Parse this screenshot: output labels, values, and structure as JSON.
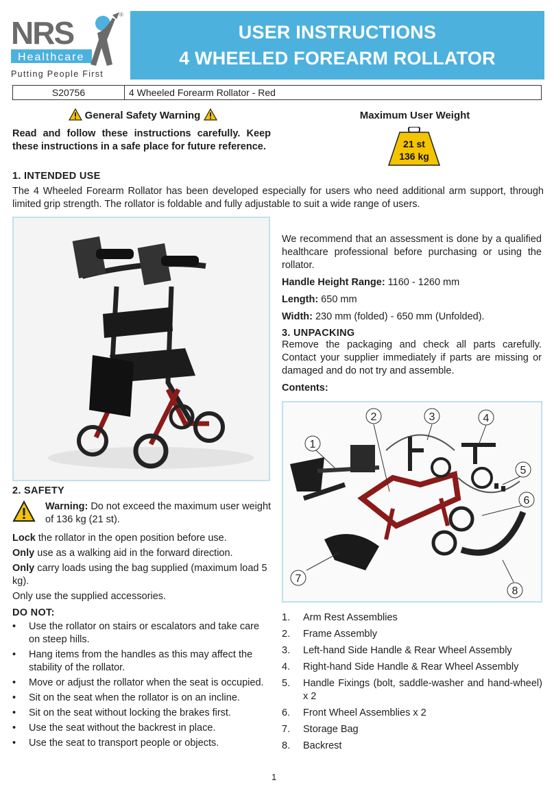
{
  "header": {
    "logo_main": "NRS",
    "logo_sub": "Healthcare",
    "tagline": "Putting People First",
    "registered": "®",
    "title_line1": "USER INSTRUCTIONS",
    "title_line2": "4 WHEELED FOREARM ROLLATOR",
    "brand_blue": "#4db1dd"
  },
  "product": {
    "code": "S20756",
    "name": "4 Wheeled Forearm Rollator - Red"
  },
  "safety_warning": {
    "title": "General Safety Warning",
    "text": "Read and follow these instructions carefully. Keep these instructions in a safe place for future reference."
  },
  "max_weight": {
    "title": "Maximum User Weight",
    "st": "21 st",
    "kg": "136 kg",
    "color": "#f5c400"
  },
  "intended_use": {
    "heading": "1.  INTENDED USE",
    "text": "The 4 Wheeled Forearm Rollator has been developed especially for users who need additional arm support, through limited grip strength. The rollator is foldable and fully adjustable to suit a wide range of users."
  },
  "assessment": "We recommend that an assessment is done by a qualified healthcare professional before purchasing or using the rollator.",
  "specs": [
    {
      "label": "Handle Height Range:",
      "value": " 1160 - 1260 mm"
    },
    {
      "label": "Length:",
      "value": " 650 mm"
    },
    {
      "label": "Width:",
      "value": " 230 mm (folded) - 650 mm (Unfolded)."
    }
  ],
  "unpacking": {
    "heading": "3.  UNPACKING",
    "text": "Remove the packaging and check all parts carefully. Contact your supplier immediately if parts are missing or damaged and do not try and assemble.",
    "contents_label": "Contents:"
  },
  "diagram_numbers": [
    "1",
    "2",
    "3",
    "4",
    "5",
    "6",
    "7",
    "8"
  ],
  "contents": [
    {
      "n": "1.",
      "t": "Arm Rest Assemblies"
    },
    {
      "n": "2.",
      "t": "Frame Assembly"
    },
    {
      "n": "3.",
      "t": "Left-hand Side Handle & Rear Wheel Assembly"
    },
    {
      "n": "4.",
      "t": "Right-hand Side Handle & Rear Wheel Assembly"
    },
    {
      "n": "5.",
      "t": "Handle Fixings (bolt, saddle-washer and hand-wheel) x 2"
    },
    {
      "n": "6.",
      "t": "Front Wheel Assemblies x 2"
    },
    {
      "n": "7.",
      "t": "Storage Bag"
    },
    {
      "n": "8.",
      "t": "Backrest"
    }
  ],
  "safety": {
    "heading": "2.  SAFETY",
    "warning_label": "Warning:",
    "warning_text": " Do not exceed the maximum user weight of 136 kg (21 st).",
    "lines": [
      {
        "b": "Lock",
        "t": " the rollator in the open position before use."
      },
      {
        "b": "Only",
        "t": " use as a walking aid in the forward direction."
      },
      {
        "b": "Only",
        "t": " carry loads using the bag supplied (maximum load 5 kg)."
      },
      {
        "b": "",
        "t": "Only use the supplied accessories."
      }
    ],
    "donot_heading": "DO NOT:",
    "donot": [
      "Use the rollator on stairs or escalators and take care on steep hills.",
      "Hang items from the handles as this may affect the stability of the rollator.",
      "Move or adjust the rollator when the seat is occupied.",
      "Sit on the seat when the rollator is on an incline.",
      "Sit on the seat without locking the brakes first.",
      "Use the seat without the backrest in place.",
      "Use the seat to transport people or objects."
    ],
    "bullet": "•"
  },
  "page_number": "1"
}
